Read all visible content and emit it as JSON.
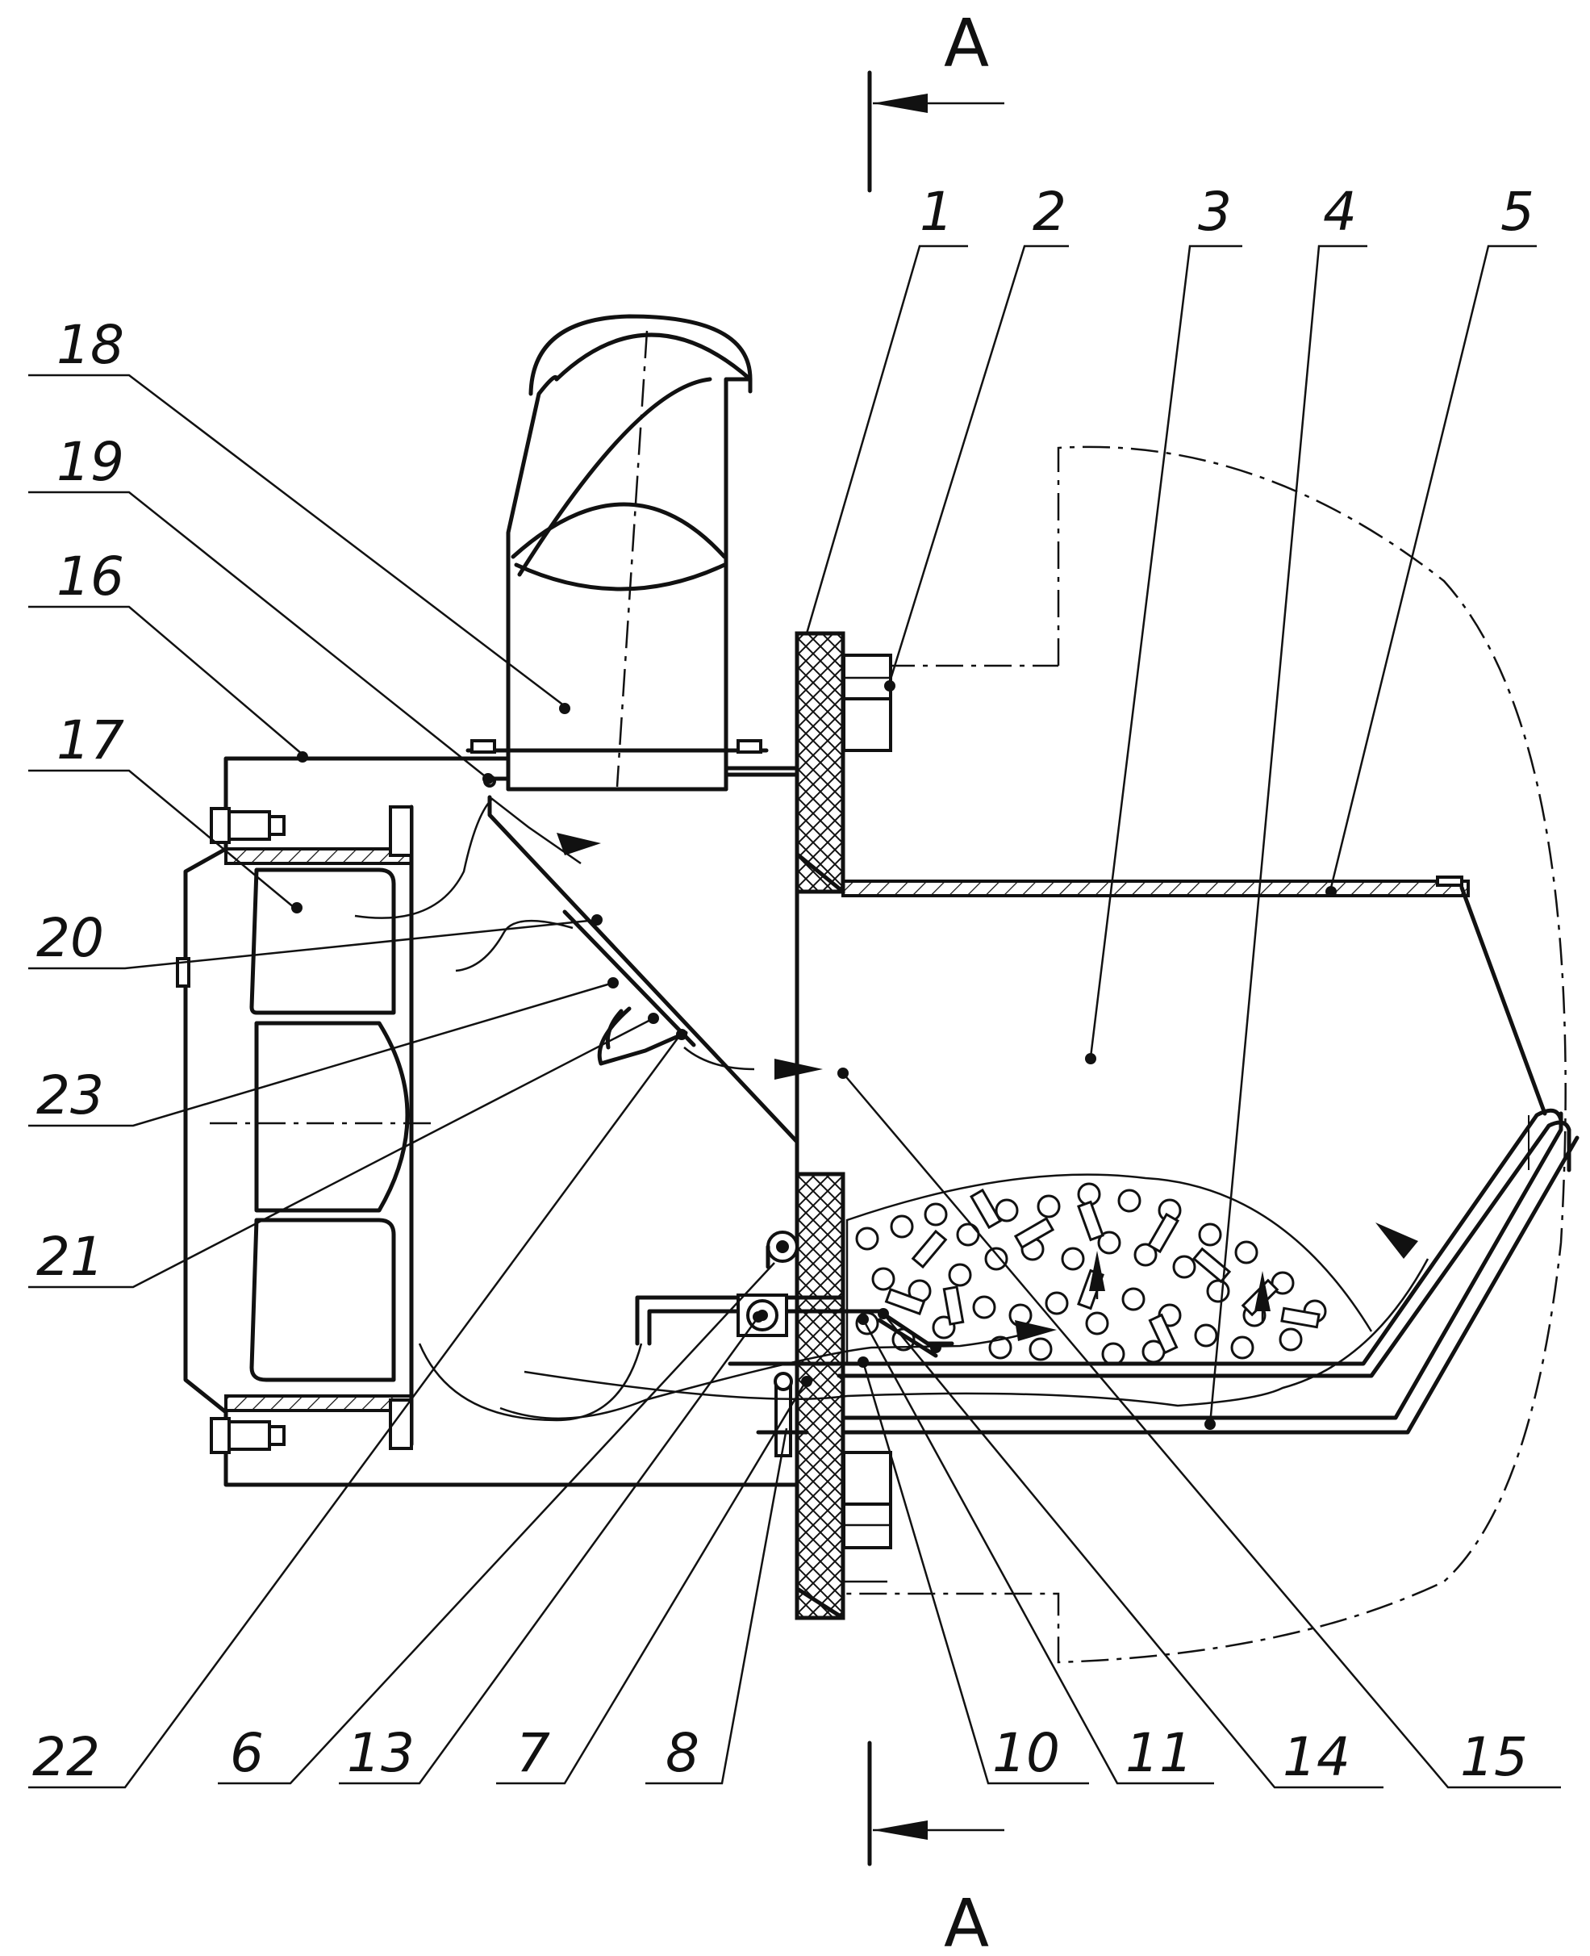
{
  "section_marker": {
    "letter_top": "A",
    "letter_bottom": "A"
  },
  "callouts": {
    "c1": "1",
    "c2": "2",
    "c3": "3",
    "c4": "4",
    "c5": "5",
    "c6": "6",
    "c7": "7",
    "c8": "8",
    "c10": "10",
    "c11": "11",
    "c13": "13",
    "c14": "14",
    "c15": "15",
    "c16": "16",
    "c17": "17",
    "c18": "18",
    "c19": "19",
    "c20": "20",
    "c21": "21",
    "c22": "22",
    "c23": "23"
  }
}
